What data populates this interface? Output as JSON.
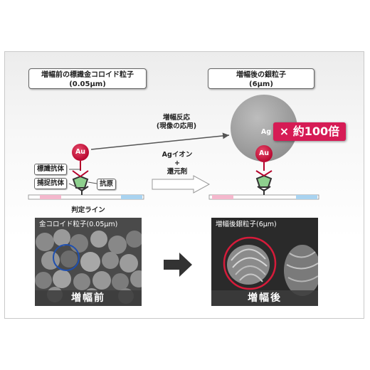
{
  "left_title": {
    "line1": "増幅前の標識金コロイド粒子",
    "line2": "(0.05μm)"
  },
  "right_title": {
    "line1": "増幅後の銀粒子",
    "line2": "(6μm)"
  },
  "arrow_label": {
    "line1": "増幅反応",
    "line2": "(現像の応用)"
  },
  "reagent_label": {
    "line1": "Agイオン",
    "line2": "+",
    "line3": "還元剤"
  },
  "au_label_left": "Au",
  "au_label_right": "Au",
  "ag_label": "Ag",
  "magnification": "× 約100倍",
  "labels": {
    "labeled_antibody": "標識抗体",
    "capture_antibody": "捕捉抗体",
    "antigen": "抗原"
  },
  "judgment_line": "判定ライン",
  "photo_left": {
    "caption": "金コロイド粒子(0.05μm)",
    "footer": "増幅前"
  },
  "photo_right": {
    "caption": "増幅後銀粒子(6μm)",
    "footer": "増幅後"
  }
}
